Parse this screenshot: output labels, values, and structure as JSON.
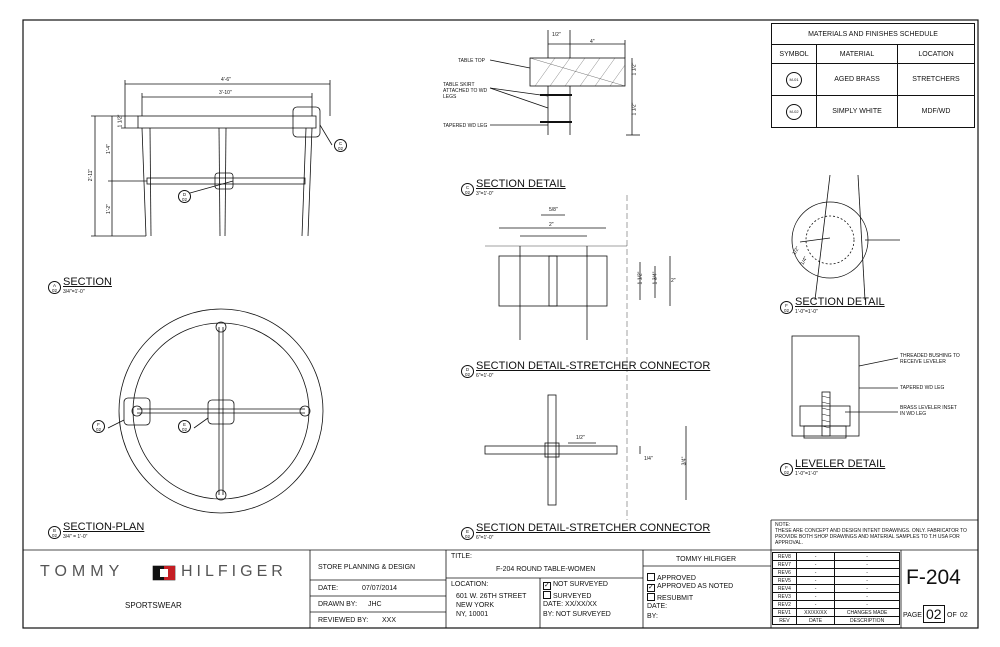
{
  "views": {
    "section": {
      "title": "SECTION",
      "letter": "A",
      "sheet": "02",
      "scale": "3/4\"=1'-0\"",
      "dims": {
        "overall_width": "4'-6\"",
        "top_width": "3'-10\"",
        "height": "2'-11\"",
        "upper": "1'-4\"",
        "lower": "1'-2\"",
        "top_thk": "1 1/2\""
      }
    },
    "section_plan": {
      "title": "SECTION-PLAN",
      "letter": "B",
      "sheet": "02",
      "scale": "3/4\" = 1'-0\""
    },
    "section_detail_c": {
      "title": "SECTION DETAIL",
      "letter": "C",
      "sheet": "02",
      "scale": "3\"=1'-0\"",
      "labels": {
        "top": "TABLE TOP",
        "skirt": "TABLE SKIRT ATTACHED TO WD LEGS",
        "leg": "TAPERED WD LEG"
      },
      "dims": {
        "a": "1/2\"",
        "b": "4\"",
        "c": "1 1/2\"",
        "d": "1 1/2\""
      }
    },
    "stretcher_d": {
      "title": "SECTION DETAIL-STRETCHER CONNECTOR",
      "letter": "D",
      "sheet": "02",
      "scale": "6\"=1'-0\"",
      "dims": {
        "top1": "5/8\"",
        "top2": "2\"",
        "side1": "1 1/2\"",
        "side2": "1 3/4\"",
        "side3": "2\""
      }
    },
    "stretcher_e": {
      "title": "SECTION DETAIL-STRETCHER CONNECTOR",
      "letter": "E",
      "sheet": "02",
      "scale": "6\"=1'-0\"",
      "dims": {
        "a": "1/2\"",
        "b": "1/4\"",
        "c": "3/4\""
      }
    },
    "section_detail_f": {
      "title": "SECTION DETAIL",
      "letter": "F",
      "sheet": "02",
      "scale": "1'-0\"=1'-0\"",
      "dims": {
        "a": "1/2\"",
        "b": "1/4\""
      }
    },
    "leveler": {
      "title": "LEVELER DETAIL",
      "letter": "F",
      "sheet": "02",
      "scale": "1'-0\"=1'-0\"",
      "labels": {
        "bushing": "THREADED BUSHING TO RECEIVE LEVELER",
        "leg": "TAPERED WD LEG",
        "brass": "BRASS LEVELER INSET IN WD LEG"
      }
    }
  },
  "schedule": {
    "title": "MATERIALS AND FINISHES SCHEDULE",
    "headers": [
      "SYMBOL",
      "MATERIAL",
      "LOCATION"
    ],
    "rows": [
      {
        "symbol": "M-01",
        "material": "AGED BRASS",
        "location": "STRETCHERS"
      },
      {
        "symbol": "M-02",
        "material": "SIMPLY WHITE",
        "location": "MDF/WD"
      }
    ]
  },
  "note": {
    "heading": "NOTE:",
    "text": "THESE ARE CONCEPT AND DESIGN  INTENT DRAWINGS. ONLY. FABRICATOR TO PROVIDE BOTH SHOP DRAWINGS AND MATERIAL SAMPLES TO T.H USA FOR APPROVAL."
  },
  "titleblock": {
    "brand_left": "TOMMY",
    "brand_right": "HILFIGER",
    "division": "SPORTSWEAR",
    "dept": "STORE PLANNING & DESIGN",
    "date_label": "DATE:",
    "date": "07/07/2014",
    "drawn_label": "DRAWN BY:",
    "drawn": "JHC",
    "reviewed_label": "REVIEWED BY:",
    "reviewed": "XXX",
    "title_label": "TITLE:",
    "title": "F-204 ROUND TABLE-WOMEN",
    "location_label": "LOCATION:",
    "address": [
      "601 W. 26TH STREET",
      "NEW YORK",
      "NY, 10001"
    ],
    "survey": {
      "not_surveyed": "NOT SURVEYED",
      "surveyed": "SURVEYED",
      "date": "DATE: XX/XX/XX",
      "by": "BY: NOT SURVEYED"
    },
    "approval_header": "TOMMY HILFIGER",
    "approval": {
      "approved": "APPROVED",
      "as_noted": "APPROVED AS NOTED",
      "resubmit": "RESUBMIT",
      "date": "DATE:",
      "by": "BY:"
    },
    "sheet_number": "F-204",
    "page_label": "PAGE",
    "page": "02",
    "of_label": "OF",
    "total": "02"
  },
  "revisions": {
    "rows": [
      [
        "REV8",
        "-",
        "-"
      ],
      [
        "REV7",
        "-",
        "-"
      ],
      [
        "REV6",
        "-",
        "-"
      ],
      [
        "REV5",
        "-",
        "-"
      ],
      [
        "REV4",
        "-",
        "-"
      ],
      [
        "REV3",
        "-",
        "-"
      ],
      [
        "REV2",
        "-",
        "-"
      ],
      [
        "REV1",
        "XX/XX/XX",
        "CHANGES MADE"
      ]
    ],
    "headers": [
      "REV",
      "DATE",
      "DESCRIPTION"
    ]
  }
}
